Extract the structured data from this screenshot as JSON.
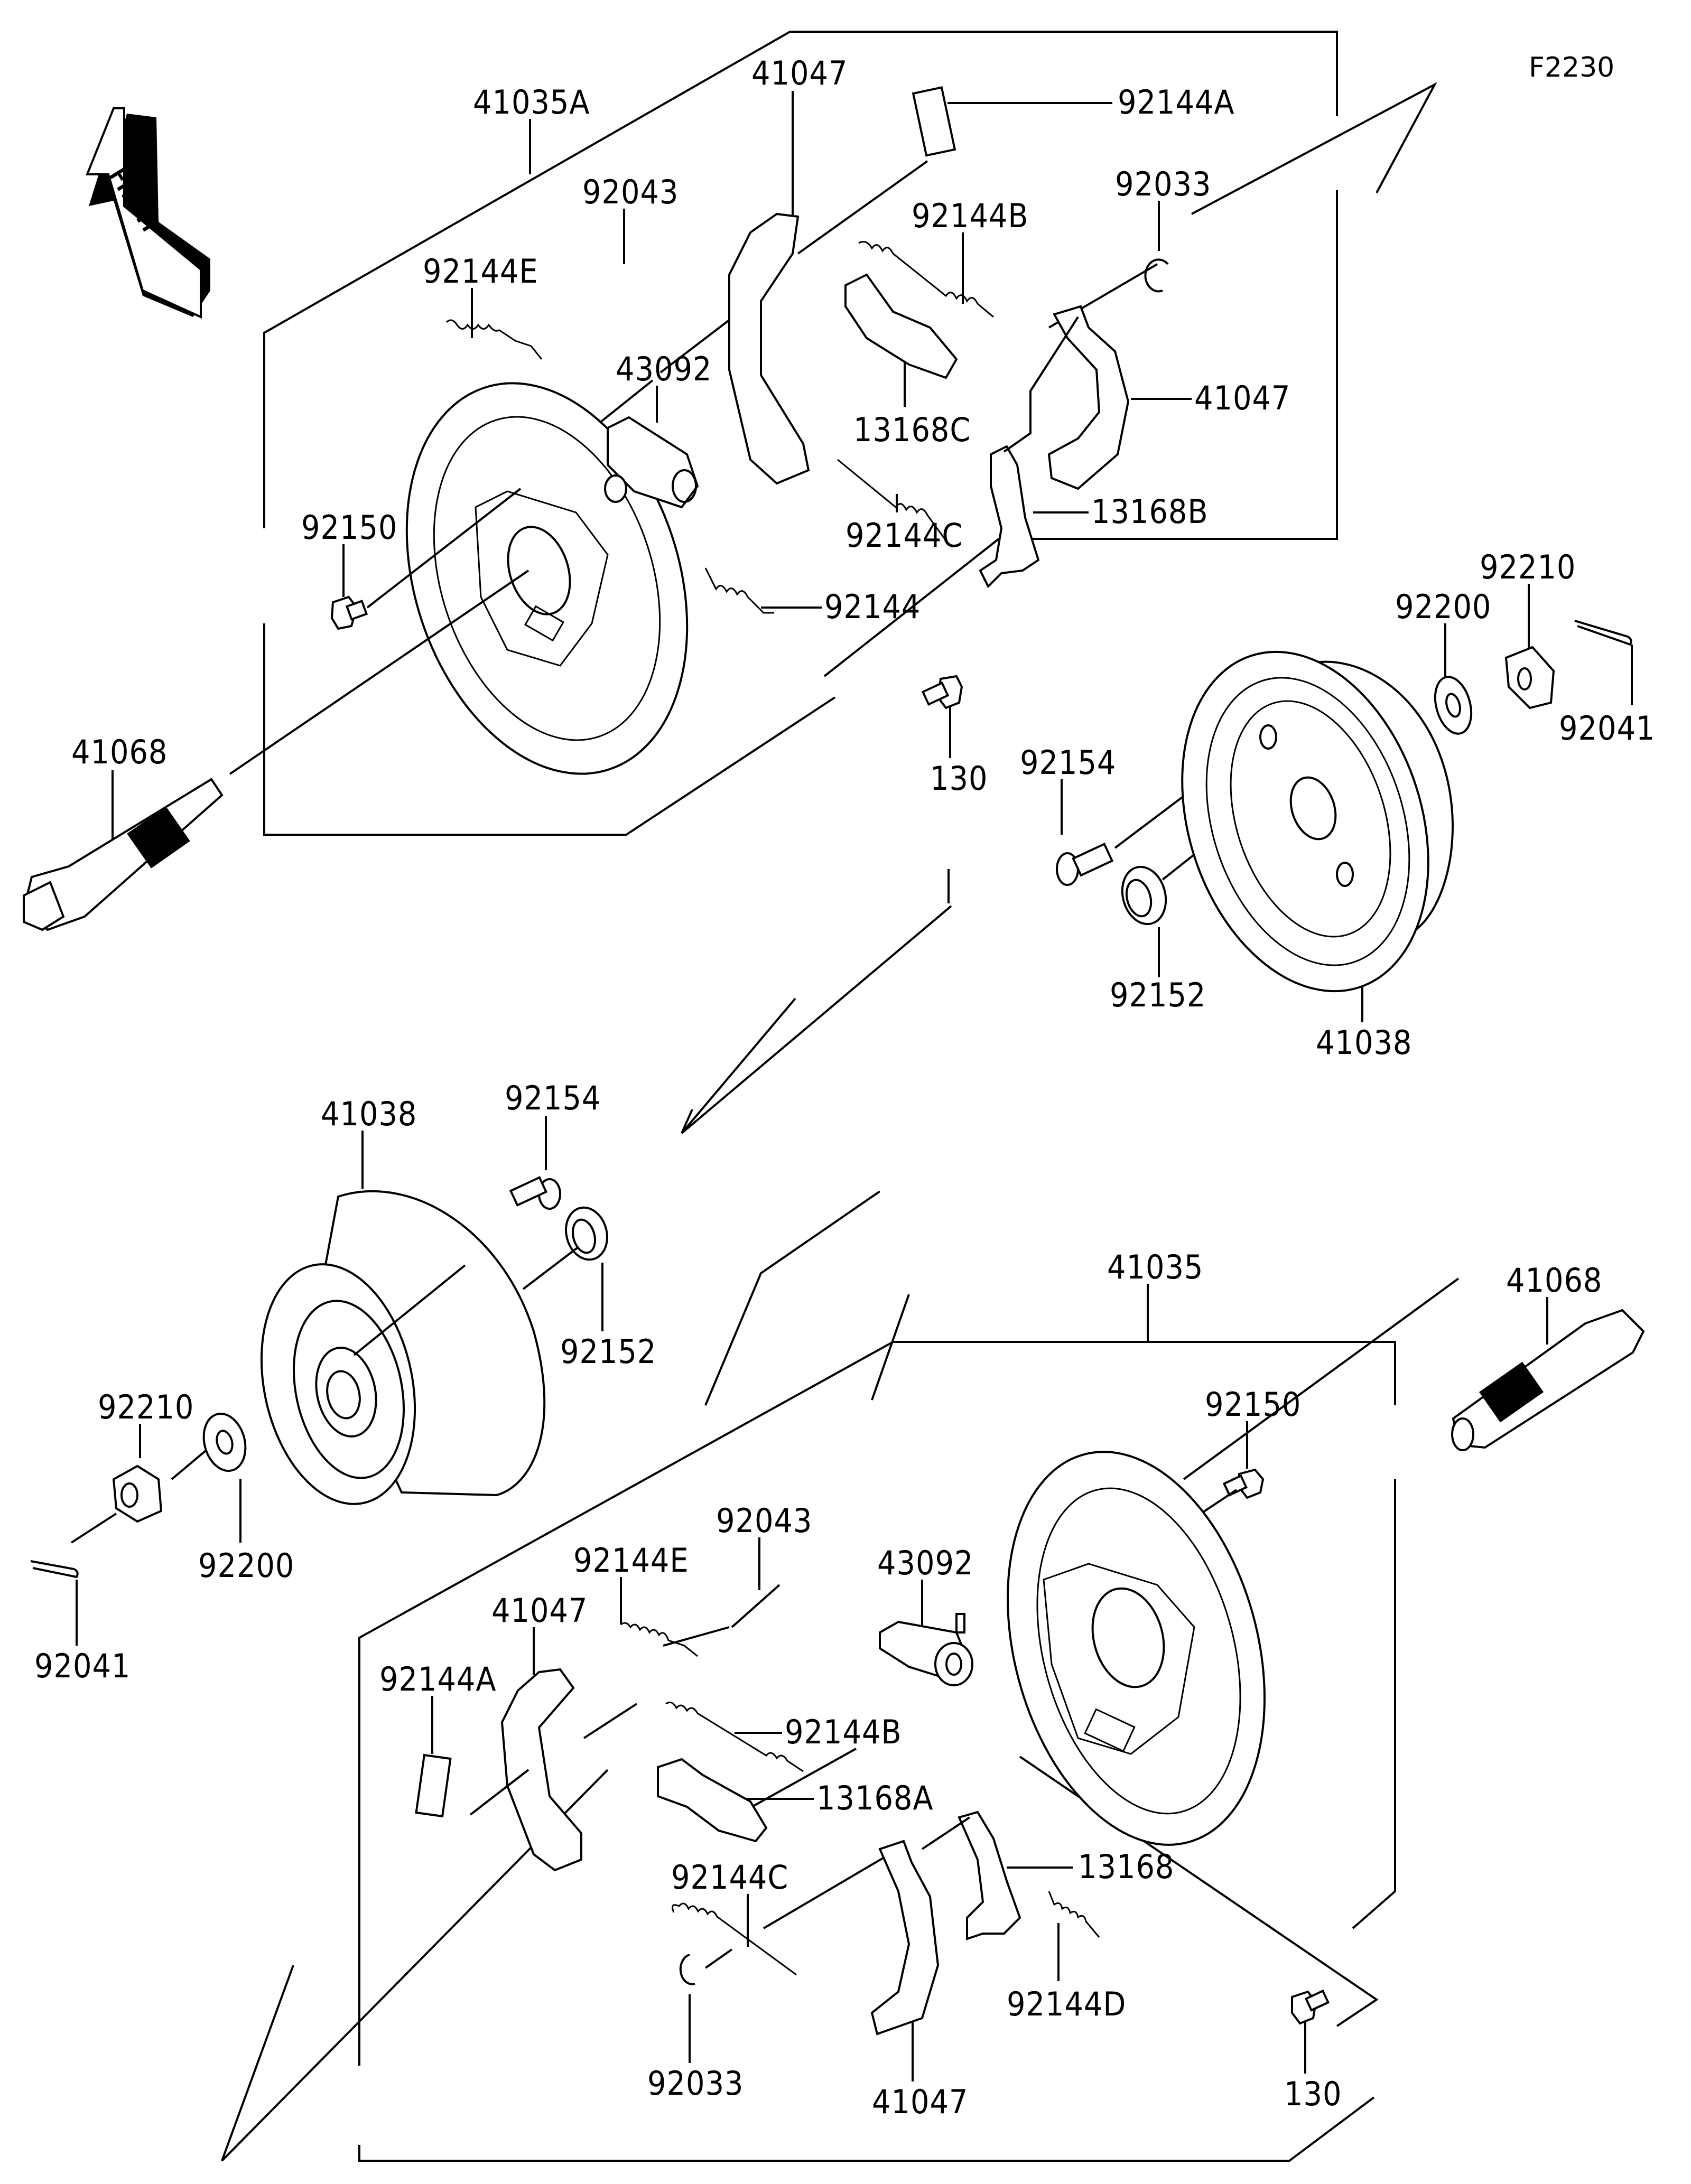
{
  "figure_id": "F2230",
  "front_arrow_label": "FRONT",
  "upper_assembly": {
    "group_label": "41035A",
    "labels": {
      "shoe_top": "41047",
      "clip_a": "92144A",
      "pin": "92043",
      "ring": "92033",
      "spring_b": "92144B",
      "spring_e": "92144E",
      "shoe_right": "41047",
      "wheel_cylinder": "43092",
      "lever_c": "13168C",
      "bolt_panel": "92150",
      "lever_b": "13168B",
      "spring_c": "92144C",
      "spring": "92144",
      "nut": "92210",
      "washer": "92200",
      "axle": "41068",
      "stud": "92154",
      "bolt": "130",
      "cotter_pin": "92041",
      "seal": "92152",
      "drum": "41038"
    }
  },
  "lower_assembly": {
    "group_label": "41035",
    "labels": {
      "drum": "41038",
      "stud": "92154",
      "seal": "92152",
      "axle": "41068",
      "bolt_panel": "92150",
      "nut": "92210",
      "washer": "92200",
      "cotter_pin": "92041",
      "pin": "92043",
      "spring_e": "92144E",
      "wheel_cylinder": "43092",
      "shoe_left": "41047",
      "clip_a": "92144A",
      "spring_b": "92144B",
      "lever_a": "13168A",
      "lever": "13168",
      "spring_c": "92144C",
      "spring_d": "92144D",
      "ring": "92033",
      "shoe_bottom": "41047",
      "bolt": "130"
    }
  }
}
